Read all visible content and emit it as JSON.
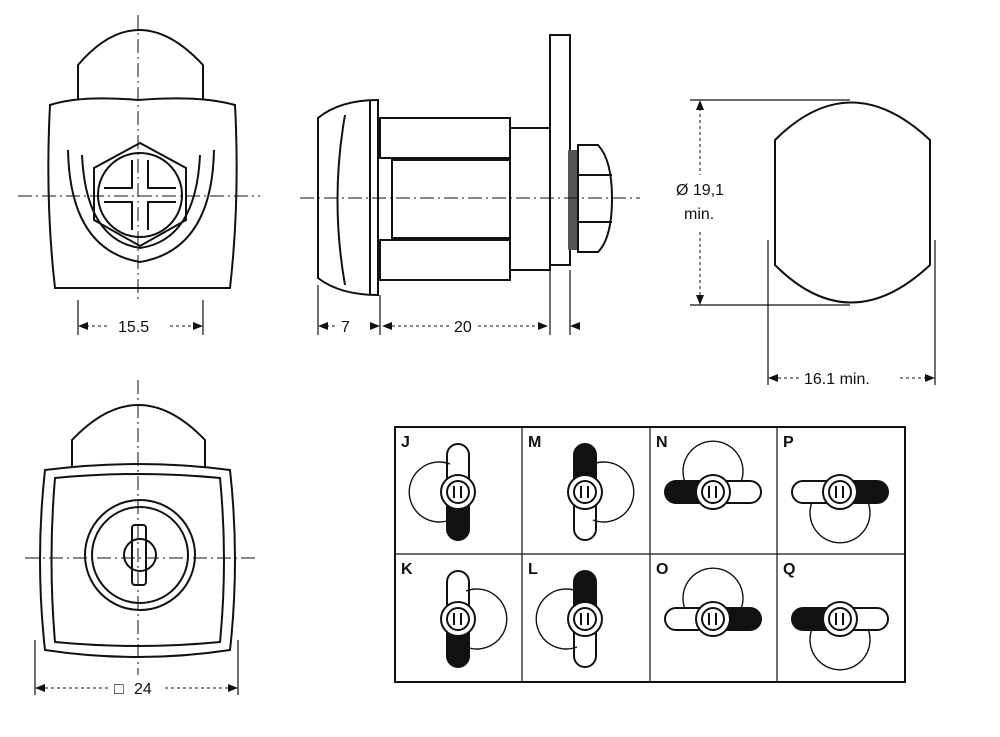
{
  "dimensions": {
    "front_width": "15.5",
    "cap_depth": "7",
    "body_length": "20",
    "diameter": "Ø 19,1",
    "diameter_min": "min.",
    "cam_width": "16.1 min.",
    "square_size": "24"
  },
  "square_symbol": "□",
  "rotation_table": {
    "cells": [
      {
        "letter": "J"
      },
      {
        "letter": "M"
      },
      {
        "letter": "N"
      },
      {
        "letter": "P"
      },
      {
        "letter": "K"
      },
      {
        "letter": "L"
      },
      {
        "letter": "O"
      },
      {
        "letter": "Q"
      }
    ]
  },
  "colors": {
    "ink": "#111111",
    "paper": "#ffffff"
  }
}
